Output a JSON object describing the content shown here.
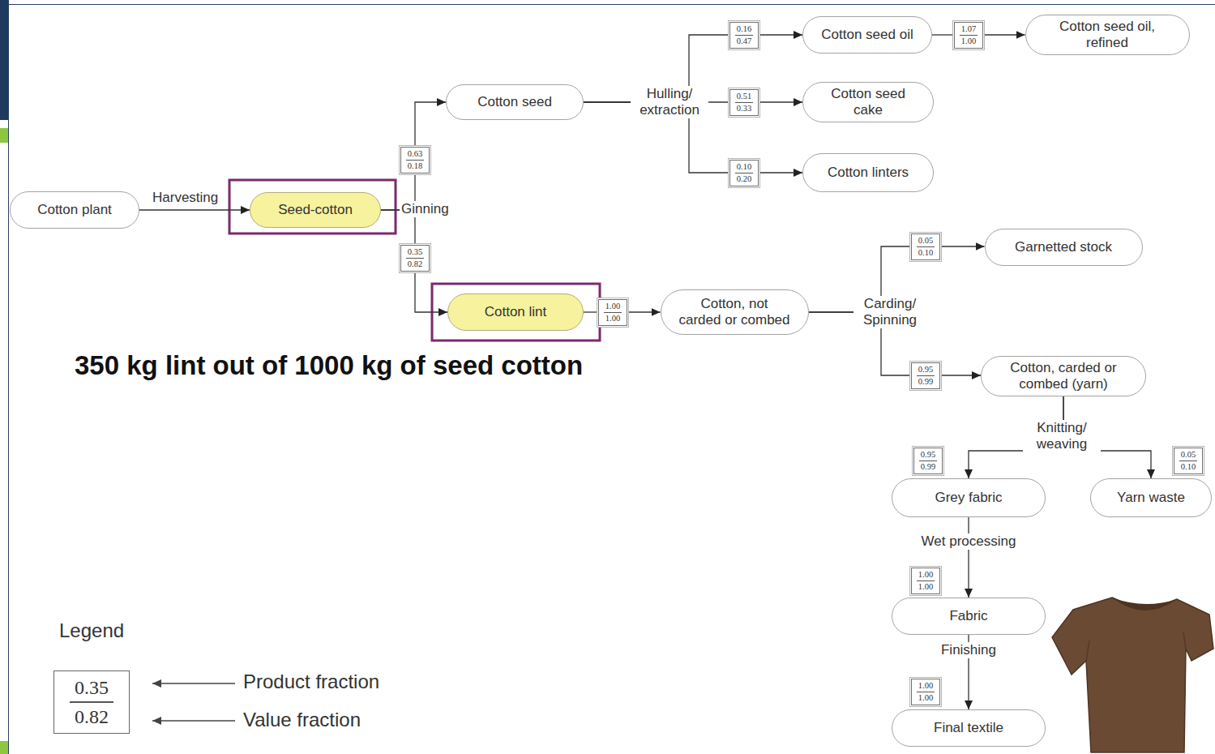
{
  "diagram": {
    "nodes": [
      {
        "text": [
          "Cotton plant"
        ]
      },
      {
        "text": [
          "Seed-cotton"
        ]
      },
      {
        "text": [
          "0.63",
          "0.18"
        ]
      },
      {
        "text": [
          "0.35",
          "0.82"
        ]
      },
      {
        "text": [
          "Cotton seed"
        ]
      },
      {
        "text": [
          "Cotton lint"
        ]
      },
      {
        "text": [
          "1.00",
          "1.00"
        ]
      },
      {
        "text": [
          "Cotton, not carded or combed"
        ]
      },
      {
        "text": [
          "0.16",
          "0.47"
        ]
      },
      {
        "text": [
          "0.51",
          "0.33"
        ]
      },
      {
        "text": [
          "0.10",
          "0.20"
        ]
      },
      {
        "text": [
          "Cotton seed oil"
        ]
      },
      {
        "text": [
          "Cotton seed cake"
        ]
      },
      {
        "text": [
          "Cotton linters"
        ]
      },
      {
        "text": [
          "1.07",
          "1.00"
        ]
      },
      {
        "text": [
          "Cotton seed oil, refined"
        ]
      },
      {
        "text": [
          "0.05",
          "0.10"
        ]
      },
      {
        "text": [
          "0.95",
          "0.99"
        ]
      },
      {
        "text": [
          "Garnetted stock"
        ]
      },
      {
        "text": [
          "Cotton, carded or combed (yarn)"
        ]
      },
      {
        "text": [
          "0.95",
          "0.99"
        ]
      },
      {
        "text": [
          "0.05",
          "0.10"
        ]
      },
      {
        "text": [
          "Grey fabric"
        ]
      },
      {
        "text": [
          "Yarn waste"
        ]
      },
      {
        "text": [
          "1.00",
          "1.00"
        ]
      },
      {
        "text": [
          "Fabric"
        ]
      },
      {
        "text": [
          "1.00",
          "1.00"
        ]
      },
      {
        "text": [
          "Final textile"
        ]
      },
      {
        "text": [
          "0.35",
          "0.82"
        ]
      }
    ],
    "edges": [
      {
        "from": 0,
        "to": 1,
        "arrow": "to",
        "label": "Harvesting"
      },
      {
        "from": 1,
        "to": 2,
        "arrow": "none"
      },
      {
        "from": 2,
        "to": 4,
        "arrow": "to"
      },
      {
        "from": 1,
        "to": 3,
        "arrow": "none"
      },
      {
        "from": 3,
        "to": 5,
        "arrow": "to"
      },
      {
        "from": 5,
        "to": 6,
        "arrow": "none"
      },
      {
        "from": 6,
        "to": 7,
        "arrow": "to"
      },
      {
        "from": 4,
        "to": 8,
        "arrow": "none"
      },
      {
        "from": 8,
        "to": 11,
        "arrow": "to"
      },
      {
        "from": 4,
        "to": 9,
        "arrow": "none"
      },
      {
        "from": 9,
        "to": 12,
        "arrow": "to"
      },
      {
        "from": 4,
        "to": 10,
        "arrow": "none"
      },
      {
        "from": 10,
        "to": 13,
        "arrow": "to"
      },
      {
        "from": 11,
        "to": 14,
        "arrow": "none"
      },
      {
        "from": 14,
        "to": 15,
        "arrow": "to"
      },
      {
        "from": 7,
        "to": 16,
        "arrow": "none"
      },
      {
        "from": 16,
        "to": 18,
        "arrow": "to"
      },
      {
        "from": 7,
        "to": 17,
        "arrow": "none"
      },
      {
        "from": 17,
        "to": 19,
        "arrow": "to"
      },
      {
        "from": 19,
        "to": 22,
        "arrow": "to"
      },
      {
        "from": 19,
        "to": 23,
        "arrow": "to"
      },
      {
        "from": 22,
        "to": 25,
        "arrow": "to"
      },
      {
        "from": 25,
        "to": 27,
        "arrow": "to"
      }
    ],
    "labels": [
      "Ginning",
      "Hulling/ extraction",
      "Carding/ Spinning",
      "Knitting/ weaving",
      "Wet processing",
      "Finishing",
      "350 kg lint out of 1000 kg of seed cotton",
      "Legend"
    ],
    "legend": [
      {
        "text": "Product fraction"
      },
      {
        "text": "Value fraction"
      }
    ]
  }
}
